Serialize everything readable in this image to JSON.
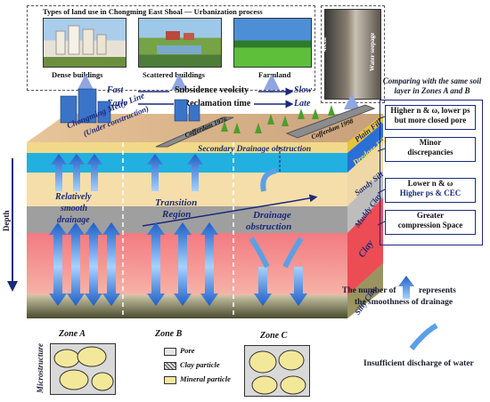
{
  "header": {
    "title": "Types of land use in Chongming East Shoal — Urbanization process",
    "photo_labels": [
      "Dense buildings",
      "Scattered buildings",
      "Farmland"
    ],
    "sample_labels": [
      "40cm",
      "Water seepage"
    ]
  },
  "timeline": {
    "fast": "Fast",
    "subsidence": "Subsidence veolcity",
    "slow": "Slow",
    "early": "Early",
    "reclamation": "Reclamation time",
    "late": "Late"
  },
  "right": {
    "heading": "Comparing with the same soil layer in Zones A and B",
    "box1_a": "Higher n & ω, lower ps",
    "box1_b": "but more closed pore",
    "box2_a": "Minor",
    "box2_b": "discrepancies",
    "box3_a": "Lower n & ω",
    "box3_b": "Higher ps & CEC",
    "box4_a": "Greater",
    "box4_b": "compression Space",
    "arrow_a": "The number of",
    "arrow_b": "represents",
    "arrow_c": "the smoothness of drainage",
    "insufficient": "Insufficient discharge of water"
  },
  "block": {
    "metro": "Chongming Metro Line",
    "metro_sub": "(Under construction)",
    "cofferdam1976": "Cofferdam 1976",
    "cofferdam1998": "Cofferdam 1998",
    "secondary": "Secondary Drainage obstruction",
    "depth": "Depth",
    "zoneA_text_a": "Relatively",
    "zoneA_text_b": "smooth",
    "zoneA_text_c": "drainage",
    "zoneB_text_a": "Transition",
    "zoneB_text_b": "Region",
    "zoneC_text_a": "Drainage",
    "zoneC_text_b": "obstruction"
  },
  "layers": [
    "Plain Fill",
    "Dredger Fill",
    "Sandy Silt",
    "Muddy Clay",
    "Clay",
    "Silty Clay"
  ],
  "zones": [
    "Zone A",
    "Zone B",
    "Zone C"
  ],
  "micro": {
    "label": "Microstructure",
    "legend": [
      "Pore",
      "Clay particle",
      "Mineral particle"
    ]
  },
  "colors": {
    "accent": "#1b2a7a",
    "arrow": "#4a8fd8",
    "clay": "#f2868a",
    "muddy": "#a8a8a8",
    "sandy": "#f3d9a0",
    "dredger": "#1ea6d6",
    "plain": "#f0c040"
  }
}
